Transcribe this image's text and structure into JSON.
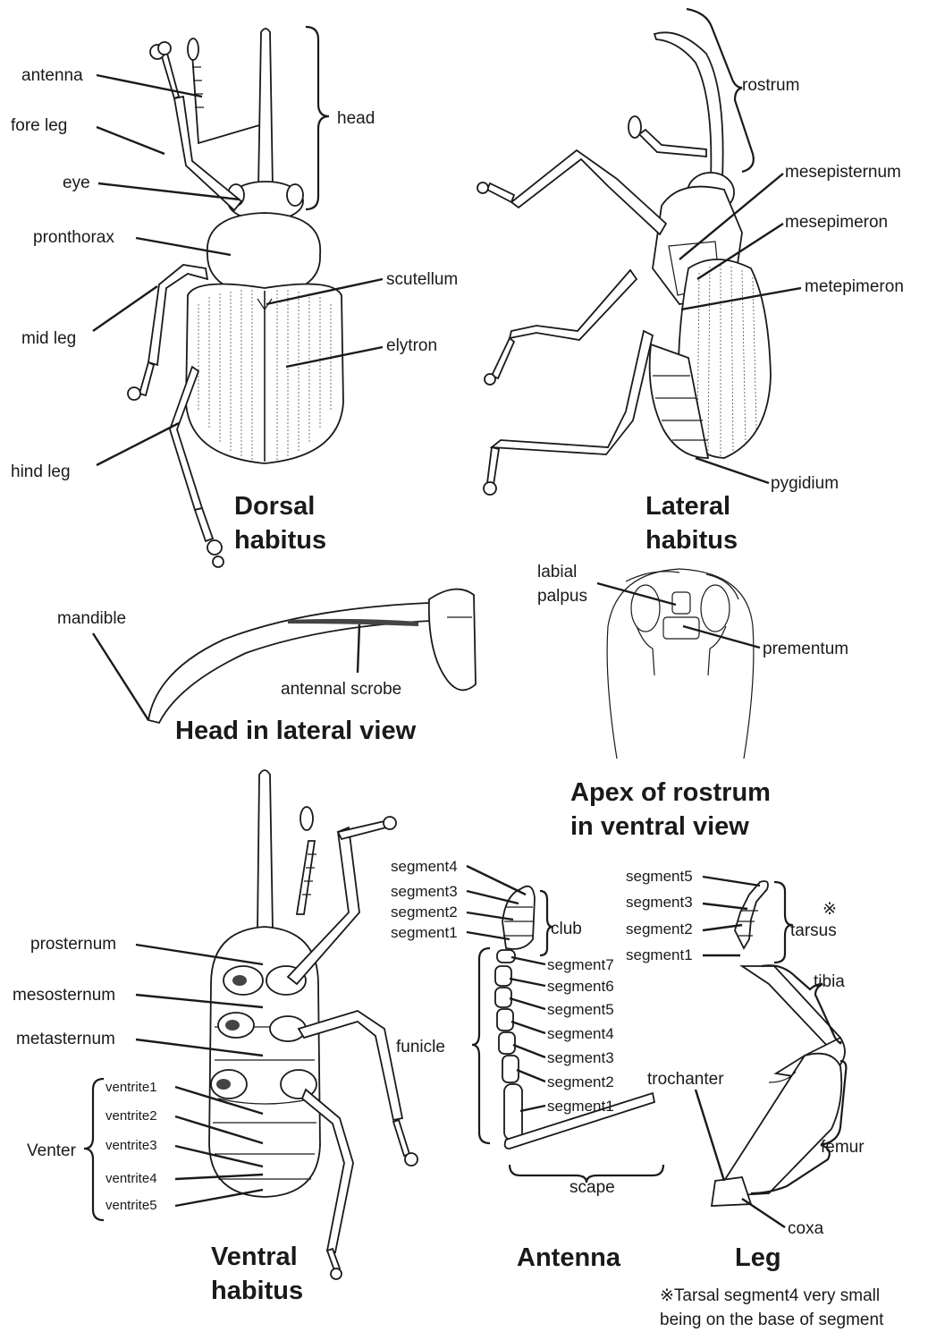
{
  "dorsal": {
    "title": [
      "Dorsal",
      "habitus"
    ],
    "labels": {
      "antenna": "antenna",
      "fore_leg": "fore leg",
      "eye": "eye",
      "pronthorax": "pronthorax",
      "mid_leg": "mid leg",
      "hind_leg": "hind leg",
      "head": "head",
      "scutellum": "scutellum",
      "elytron": "elytron"
    }
  },
  "lateral": {
    "title": [
      "Lateral",
      "habitus"
    ],
    "labels": {
      "rostrum": "rostrum",
      "mesepisternum": "mesepisternum",
      "mesepimeron": "mesepimeron",
      "metepimeron": "metepimeron",
      "pygidium": "pygidium"
    }
  },
  "head_lateral": {
    "title": "Head in lateral view",
    "labels": {
      "mandible": "mandible",
      "antennal_scrobe": "antennal scrobe"
    }
  },
  "apex": {
    "title": [
      "Apex of rostrum",
      "in ventral view"
    ],
    "labels": {
      "labial_palpus": [
        "labial",
        "palpus"
      ],
      "prementum": "prementum"
    }
  },
  "ventral": {
    "title": [
      "Ventral",
      "habitus"
    ],
    "labels": {
      "prosternum": "prosternum",
      "mesosternum": "mesosternum",
      "metasternum": "metasternum",
      "venter": "Venter",
      "ventrites": [
        "ventrite1",
        "ventrite2",
        "ventrite3",
        "ventrite4",
        "ventrite5"
      ]
    }
  },
  "antenna": {
    "title": "Antenna",
    "club_segments": [
      "segment4",
      "segment3",
      "segment2",
      "segment1"
    ],
    "club": "club",
    "funicle_segments": [
      "segment7",
      "segment6",
      "segment5",
      "segment4",
      "segment3",
      "segment2",
      "segment1"
    ],
    "funicle": "funicle",
    "scape": "scape"
  },
  "leg": {
    "title": "Leg",
    "tarsal_segments": [
      "segment5",
      "segment3",
      "segment2",
      "segment1"
    ],
    "tarsus": "tarsus",
    "tarsus_mark": "※",
    "tibia": "tibia",
    "trochanter": "trochanter",
    "femur": "femur",
    "coxa": "coxa"
  },
  "footnote": [
    "※Tarsal segment4 very small",
    "being on the base of segment"
  ]
}
